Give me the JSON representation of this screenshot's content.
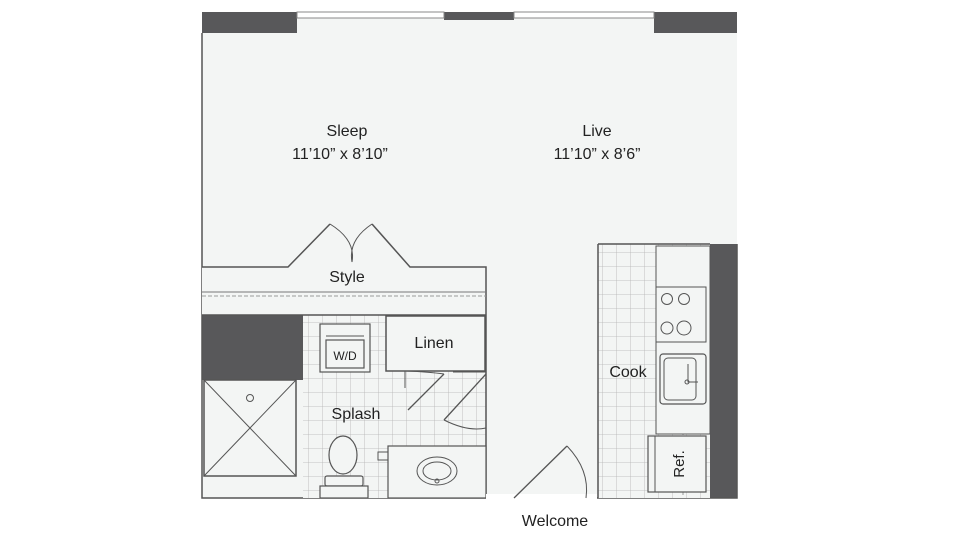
{
  "rooms": {
    "sleep": {
      "name": "Sleep",
      "dims": "11’10” x 8’10”"
    },
    "live": {
      "name": "Live",
      "dims": "11’10” x 8’6”"
    },
    "style": {
      "name": "Style"
    },
    "linen": {
      "name": "Linen"
    },
    "washer_dryer": {
      "name": "W/D"
    },
    "splash": {
      "name": "Splash"
    },
    "cook": {
      "name": "Cook"
    },
    "ref": {
      "name": "Ref."
    }
  },
  "entry": {
    "label": "Welcome"
  },
  "colors": {
    "wall": "#58585a",
    "floor": "#f3f5f4",
    "tile_grid": "#b3b3b3",
    "line": "#555555"
  }
}
